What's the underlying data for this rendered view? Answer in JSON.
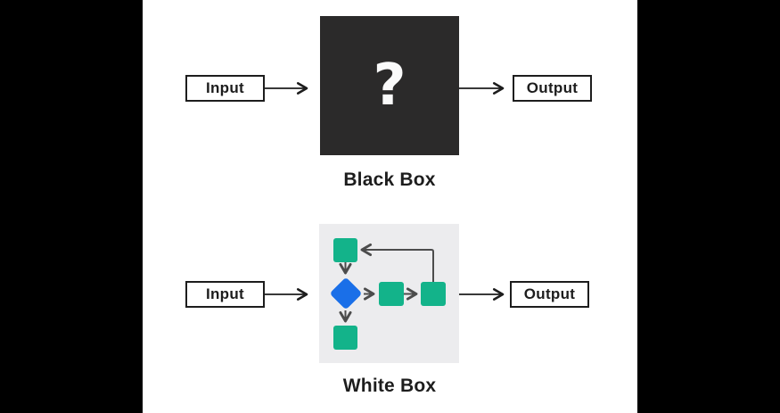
{
  "canvas": {
    "background": "#ffffff",
    "letterbox_color": "#000000",
    "arrow_color": "#1d1d1d"
  },
  "black_box_diagram": {
    "input_label": "Input",
    "output_label": "Output",
    "caption": "Black Box",
    "question_mark": "?",
    "box_fill": "#2b2a2a",
    "question_mark_color": "#fafafa"
  },
  "white_box_diagram": {
    "input_label": "Input",
    "output_label": "Output",
    "caption": "White Box",
    "box_fill": "#ececee",
    "process_node_color": "#13b38a",
    "decision_node_color": "#1a6fe8",
    "connector_color": "#4c4c4c",
    "flowchart": {
      "nodes": [
        {
          "id": "top-process",
          "shape": "square"
        },
        {
          "id": "decision",
          "shape": "diamond"
        },
        {
          "id": "middle-process",
          "shape": "square"
        },
        {
          "id": "right-process",
          "shape": "square"
        },
        {
          "id": "bottom-process",
          "shape": "square"
        }
      ],
      "edges": [
        "top-process -> decision",
        "decision -> middle-process",
        "middle-process -> right-process",
        "right-process -> top-process (feedback)",
        "decision -> bottom-process"
      ]
    }
  }
}
